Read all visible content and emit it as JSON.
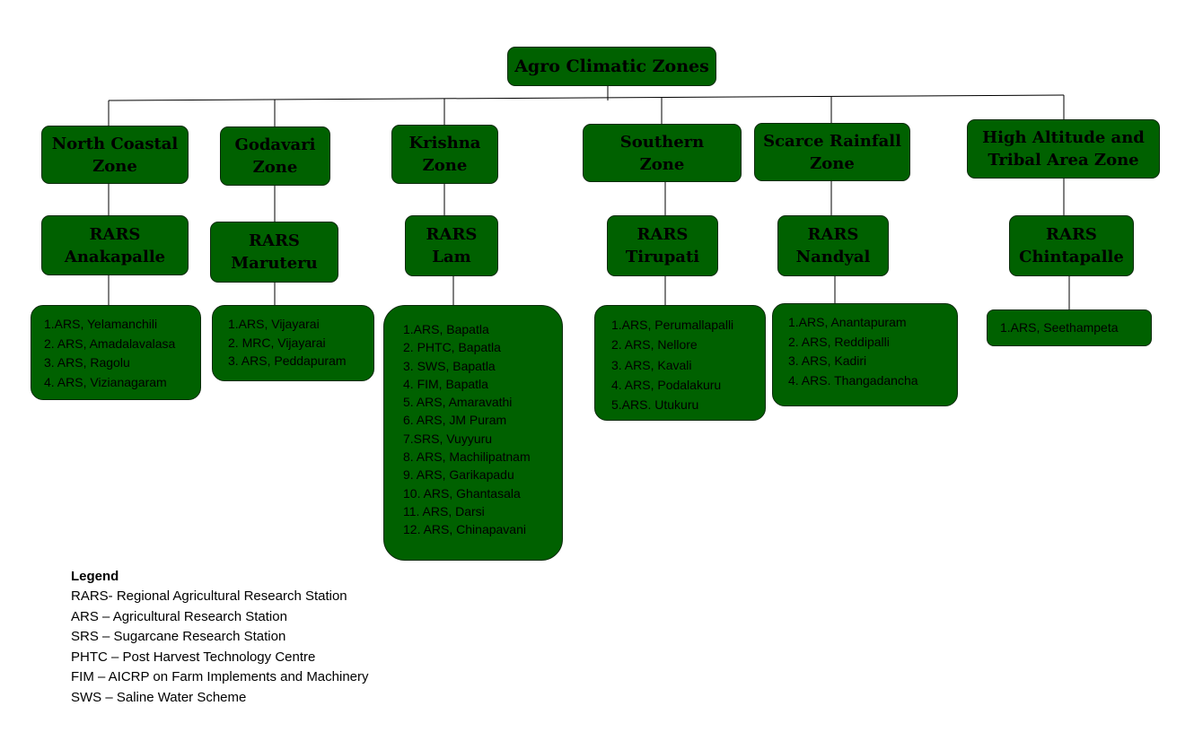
{
  "root": {
    "label": "Agro Climatic Zones"
  },
  "zones": [
    {
      "zone_lines": [
        "North Coastal",
        "Zone"
      ],
      "rars_lines": [
        "RARS",
        "Anakapalle"
      ],
      "stations": [
        "1.ARS, Yelamanchili",
        "2. ARS, Amadalavalasa",
        "3. ARS, Ragolu",
        "4. ARS, Vizianagaram"
      ]
    },
    {
      "zone_lines": [
        "Godavari",
        "Zone"
      ],
      "rars_lines": [
        "RARS",
        "Maruteru"
      ],
      "stations": [
        "1.ARS, Vijayarai",
        "2. MRC, Vijayarai",
        "3. ARS, Peddapuram"
      ]
    },
    {
      "zone_lines": [
        "Krishna",
        "Zone"
      ],
      "rars_lines": [
        "RARS",
        "Lam"
      ],
      "stations": [
        "1.ARS, Bapatla",
        "2. PHTC, Bapatla",
        "3. SWS, Bapatla",
        "4. FIM, Bapatla",
        "5. ARS, Amaravathi",
        "6. ARS, JM Puram",
        "7.SRS, Vuyyuru",
        "8. ARS, Machilipatnam",
        "9. ARS, Garikapadu",
        "10. ARS, Ghantasala",
        "11. ARS, Darsi",
        "12. ARS, Chinapavani"
      ]
    },
    {
      "zone_lines": [
        "Southern",
        "Zone"
      ],
      "rars_lines": [
        "RARS",
        "Tirupati"
      ],
      "stations": [
        "1.ARS, Perumallapalli",
        "2. ARS, Nellore",
        "3. ARS, Kavali",
        "4. ARS, Podalakuru",
        "5.ARS. Utukuru"
      ]
    },
    {
      "zone_lines": [
        "Scarce Rainfall",
        "Zone"
      ],
      "rars_lines": [
        "RARS",
        "Nandyal"
      ],
      "stations": [
        "1.ARS, Anantapuram",
        "2. ARS, Reddipalli",
        "3. ARS, Kadiri",
        "4. ARS. Thangadancha"
      ]
    },
    {
      "zone_lines": [
        "High Altitude and",
        "Tribal Area Zone"
      ],
      "rars_lines": [
        "RARS",
        "Chintapalle"
      ],
      "stations": [
        "1.ARS, Seethampeta"
      ]
    }
  ],
  "legend": {
    "title": "Legend",
    "items": [
      "RARS- Regional Agricultural Research Station",
      "ARS – Agricultural Research Station",
      "SRS – Sugarcane Research Station",
      "PHTC – Post Harvest Technology Centre",
      "FIM – AICRP on Farm Implements and Machinery",
      "SWS – Saline Water Scheme"
    ]
  },
  "colors": {
    "box_fill": "#006100",
    "box_border": "#0a2a0a",
    "line": "#000000",
    "text": "#000000"
  }
}
